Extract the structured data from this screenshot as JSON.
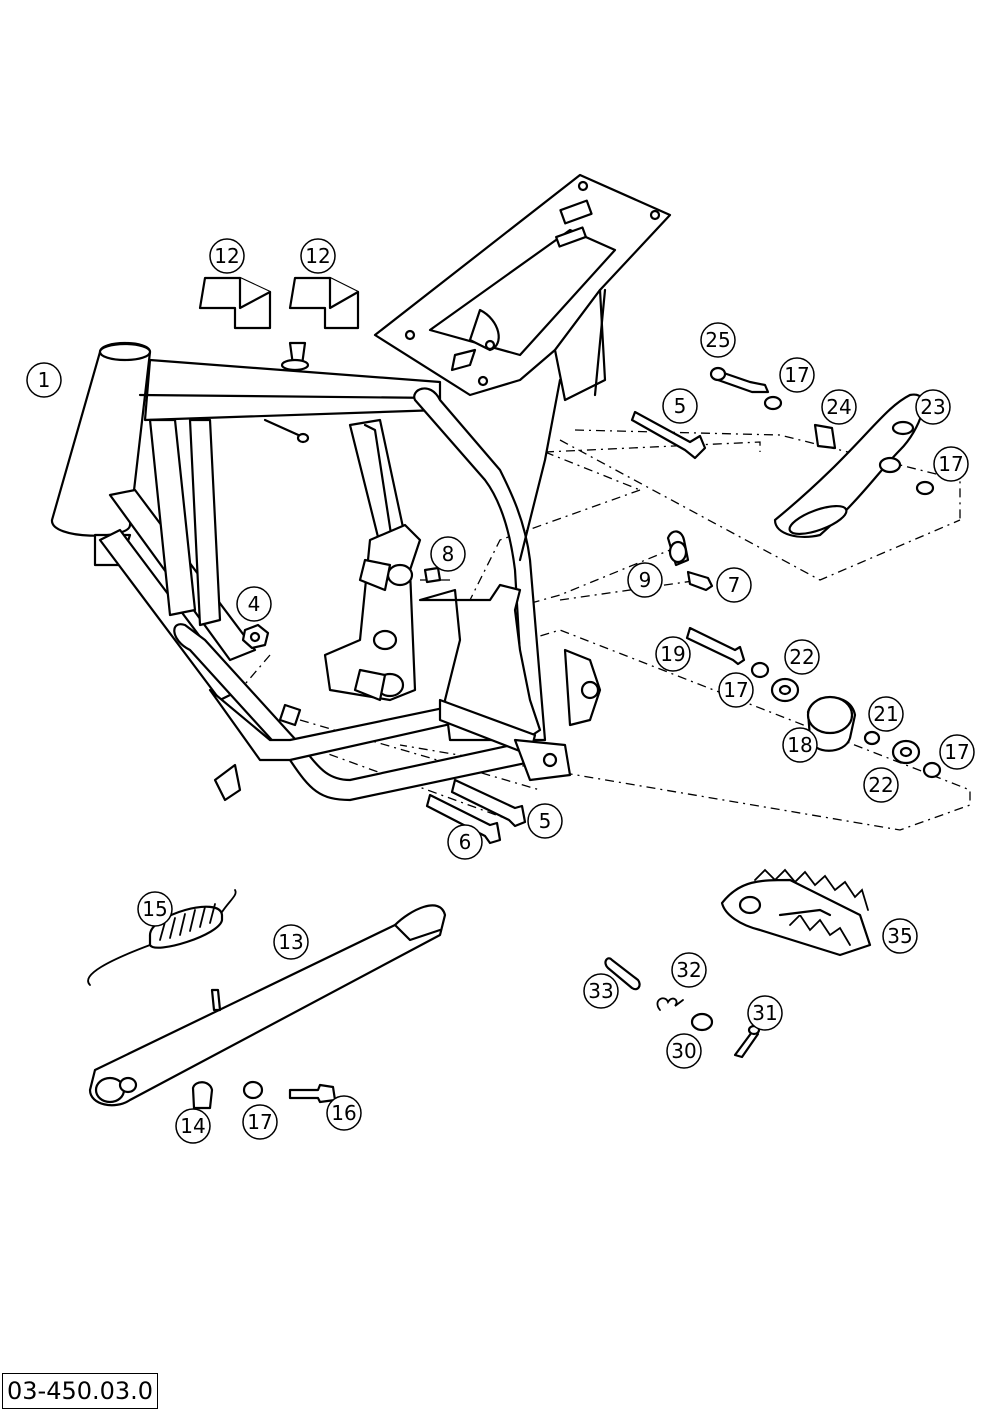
{
  "drawing_number": "03-450.03.0",
  "callouts": [
    "12",
    "12",
    "1",
    "25",
    "17",
    "24",
    "23",
    "5",
    "17",
    "8",
    "9",
    "7",
    "4",
    "19",
    "22",
    "17",
    "21",
    "18",
    "17",
    "22",
    "5",
    "6",
    "15",
    "13",
    "35",
    "32",
    "33",
    "31",
    "30",
    "14",
    "17",
    "16"
  ]
}
